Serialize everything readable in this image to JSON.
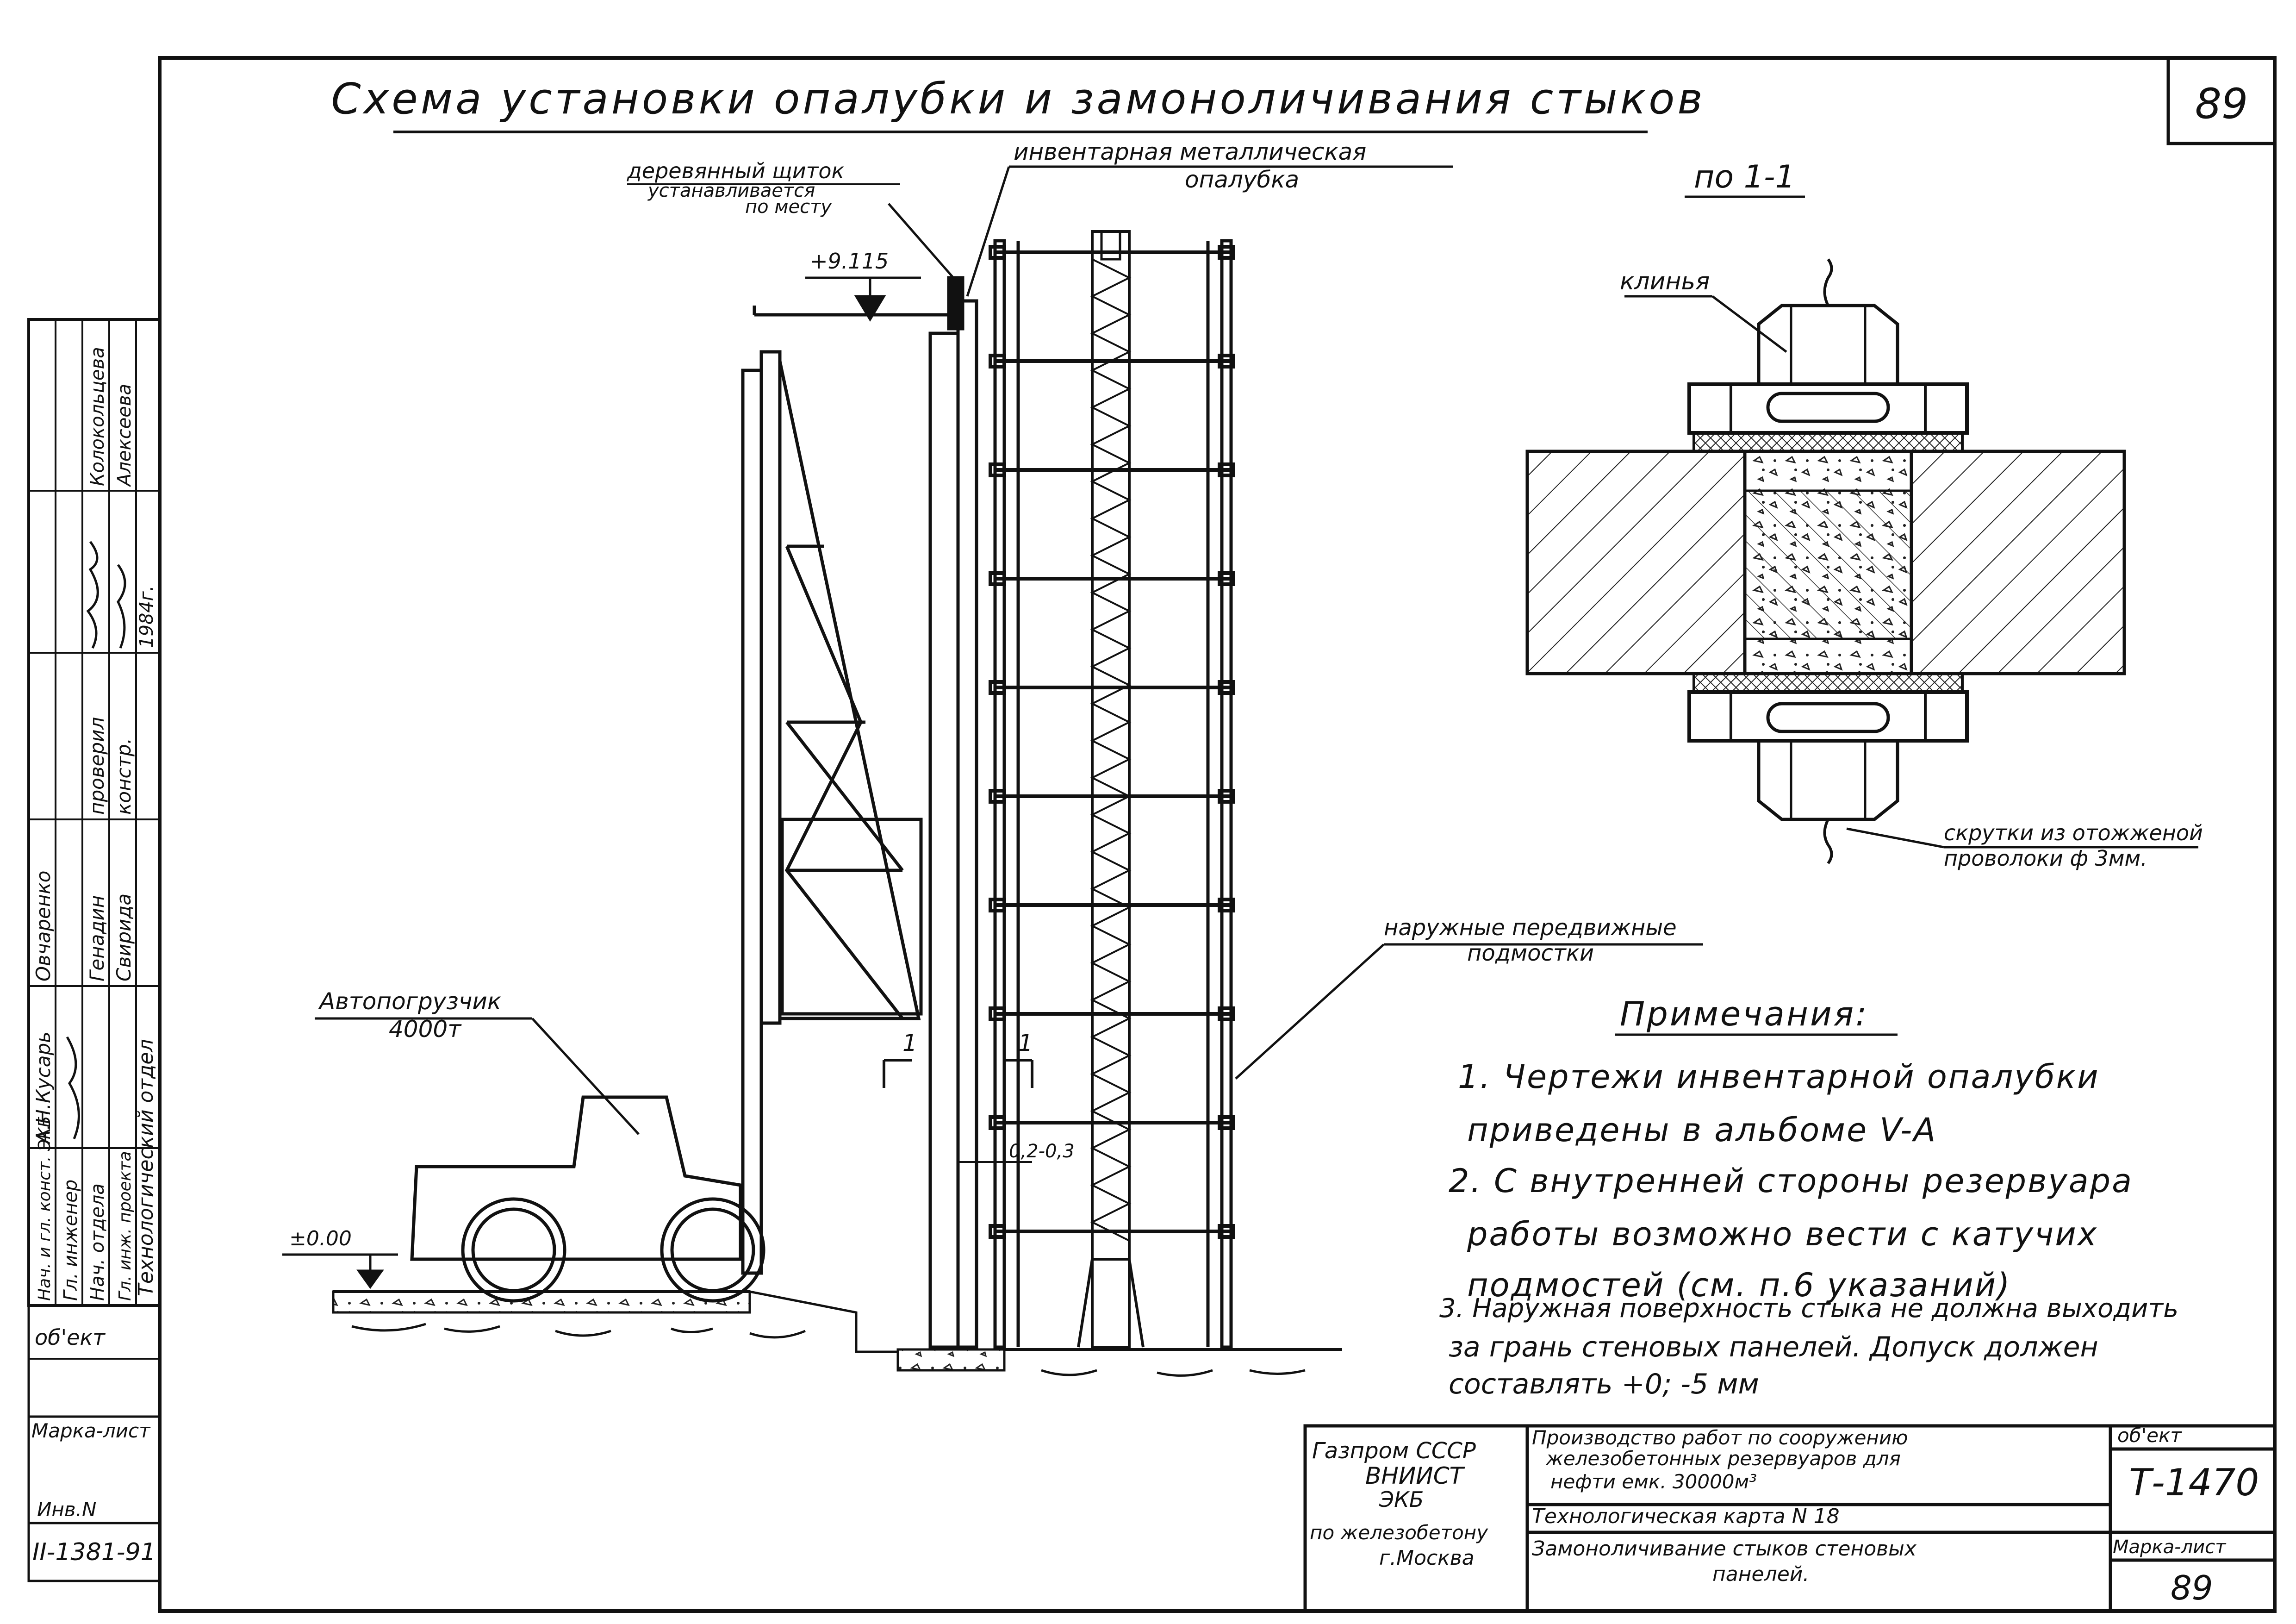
{
  "sheet": {
    "title": "Схема установки опалубки и замоноличивания стыков",
    "page_number": "89"
  },
  "main_labels": {
    "wood_panel_line1": "деревянный щиток",
    "wood_panel_line2": "устанавливается",
    "wood_panel_line3": "по месту",
    "inventory_formwork_line1": "инвентарная металлическая",
    "inventory_formwork_line2": "опалубка",
    "elevation_top": "+9.115",
    "autoloader_line1": "Автопогрузчик",
    "autoloader_line2": "4000т",
    "zero_level": "±0.00",
    "section_mark_left": "1",
    "section_mark_right": "1",
    "gap_dimension": "0,2-0,3",
    "scaffold_line1": "наружные передвижные",
    "scaffold_line2": "подмостки"
  },
  "section": {
    "title": "по 1-1",
    "wedges_label": "клинья",
    "twist_line1": "скрутки из отожженой",
    "twist_line2": "проволоки ф 3мм."
  },
  "notes": {
    "header": "Примечания:",
    "n1_line1": "1. Чертежи  инвентарной  опалубки",
    "n1_line2": "приведены  в альбоме V-А",
    "n2_line1": "2. С внутренней стороны резервуара",
    "n2_line2": "работы  возможно  вести  с катучих",
    "n2_line3": "подмостей (см. п.6 указаний)",
    "n3_line1": "3. Наружная  поверхность стыка не должна выходить",
    "n3_line2": "за грань стеновых панелей. Допуск должен",
    "n3_line3": "составлять +0; -5 мм"
  },
  "side_stamp": {
    "role1": "Нач. и гл. конст. ЭКБ",
    "role2": "Гл. инженер",
    "role3": "Нач. отдела",
    "role4": "Гл. инж. проекта",
    "name1": "А.Н.Кусарь",
    "name2": "Овчаренко",
    "name3": "Генадин",
    "name4": "Свирида",
    "checked_label": "проверил",
    "checked_name": "Колокольцева",
    "constructor_label": "констр.",
    "constructor_name": "Алексеева",
    "year": "1984г.",
    "department": "Технологический отдел"
  },
  "left_column": {
    "object_label": "об'ект",
    "marka_label": "Марка-лист",
    "inv_label": "Инв.N",
    "inv_value": "II-1381-91"
  },
  "title_block": {
    "org_line1": "Газпром СССР",
    "org_line2": "ВНИИСТ",
    "org_line3": "ЭКБ",
    "org_line4": "по железобетону",
    "org_line5": "г.Москва",
    "work_line1": "Производство работ по сооружению",
    "work_line2": "железобетонных резервуаров для",
    "work_line3": "нефти  емк. 30000м³",
    "card": "Технологическая карта N 18",
    "subject_line1": "Замоноличивание стыков стеновых",
    "subject_line2": "панелей.",
    "object_label": "об'ект",
    "object_value": "Т-1470",
    "marka_label": "Марка-лист",
    "marka_value": "89"
  }
}
